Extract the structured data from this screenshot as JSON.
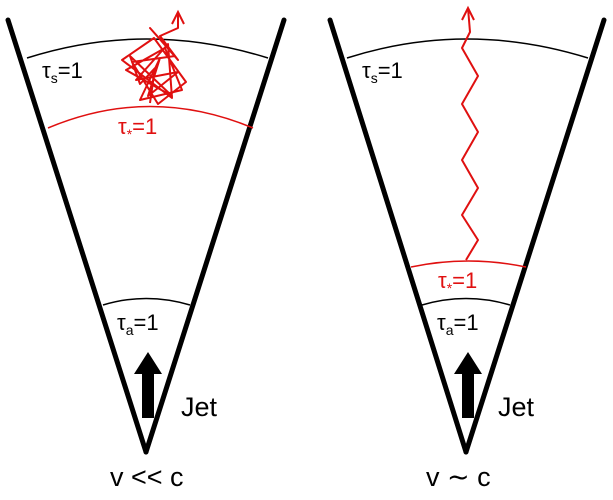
{
  "colors": {
    "cone": "#000000",
    "photon_path": "#e01010",
    "surface_black": "#000000",
    "surface_red": "#e01010",
    "background": "#ffffff"
  },
  "panels": [
    {
      "tau_s": {
        "base": "τ",
        "sub": "s",
        "rest": "=1"
      },
      "tau_star": {
        "base": "τ",
        "sub": "*",
        "rest": "=1"
      },
      "tau_a": {
        "base": "τ",
        "sub": "a",
        "rest": "=1"
      },
      "jet_label": "Jet",
      "caption": "v << c",
      "photon_path_style": "random-walk"
    },
    {
      "tau_s": {
        "base": "τ",
        "sub": "s",
        "rest": "=1"
      },
      "tau_star": {
        "base": "τ",
        "sub": "*",
        "rest": "=1"
      },
      "tau_a": {
        "base": "τ",
        "sub": "a",
        "rest": "=1"
      },
      "jet_label": "Jet",
      "caption": "v ∼ c",
      "photon_path_style": "zigzag"
    }
  ]
}
